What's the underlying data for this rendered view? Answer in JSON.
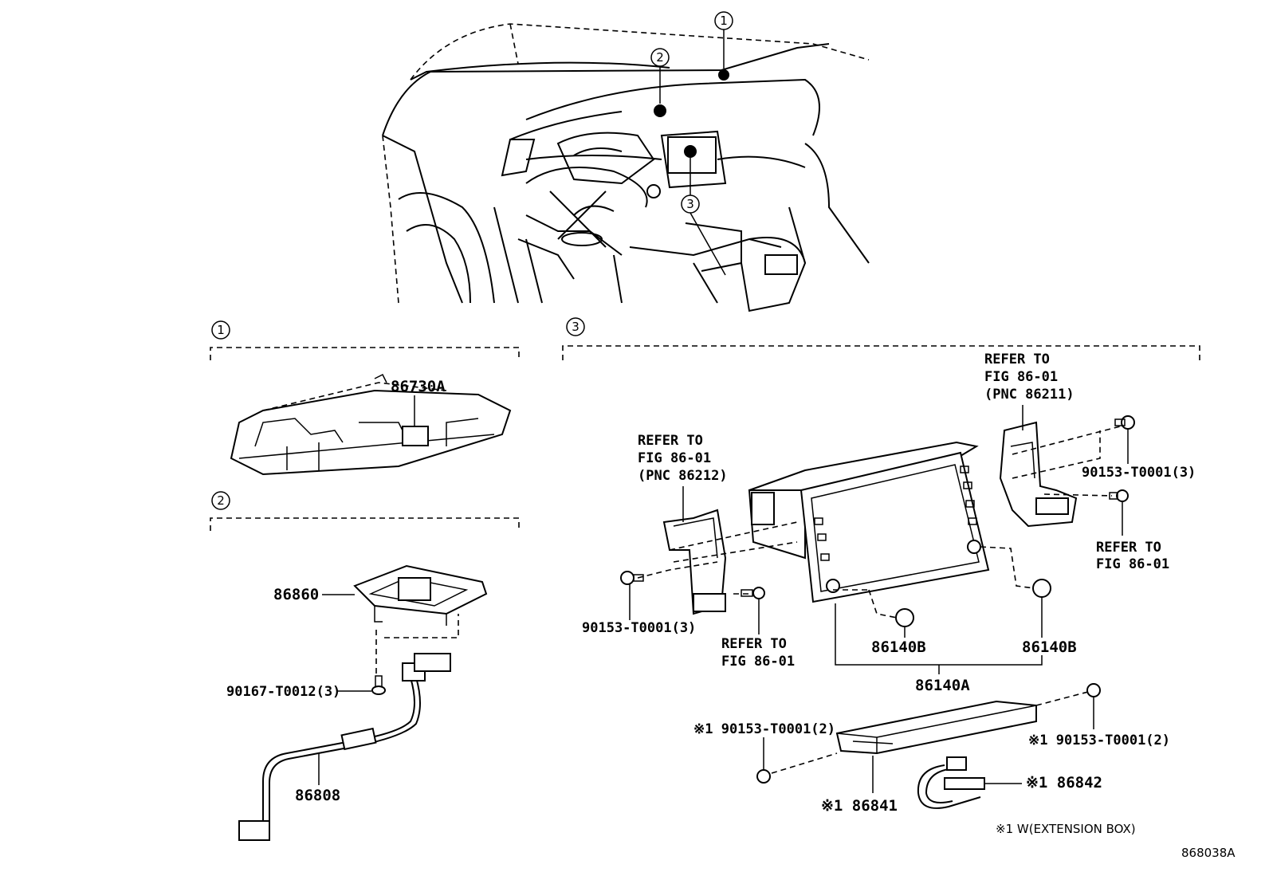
{
  "callouts": {
    "one": "1",
    "two": "2",
    "three": "3"
  },
  "parts": {
    "p86730A": "86730A",
    "p86860": "86860",
    "p90167": "90167-T0012(3)",
    "p86808": "86808",
    "p90153_left": "90153-T0001(3)",
    "p90153_right": "90153-T0001(3)",
    "p86140B_a": "86140B",
    "p86140B_b": "86140B",
    "p86140A": "86140A",
    "p90153_ext_left": "※1 90153-T0001(2)",
    "p90153_ext_right": "※1 90153-T0001(2)",
    "p86841": "※1 86841",
    "p86842": "※1 86842"
  },
  "references": {
    "ref_left": [
      "REFER TO",
      "FIG 86-01",
      "(PNC 86212)"
    ],
    "ref_top_right": [
      "REFER TO",
      "FIG 86-01",
      "(PNC 86211)"
    ],
    "ref_right": [
      "REFER TO",
      "FIG 86-01"
    ],
    "ref_bottom": [
      "REFER TO",
      "FIG 86-01"
    ]
  },
  "footnote": "※1 W(EXTENSION BOX)",
  "figure_id": "868038A"
}
